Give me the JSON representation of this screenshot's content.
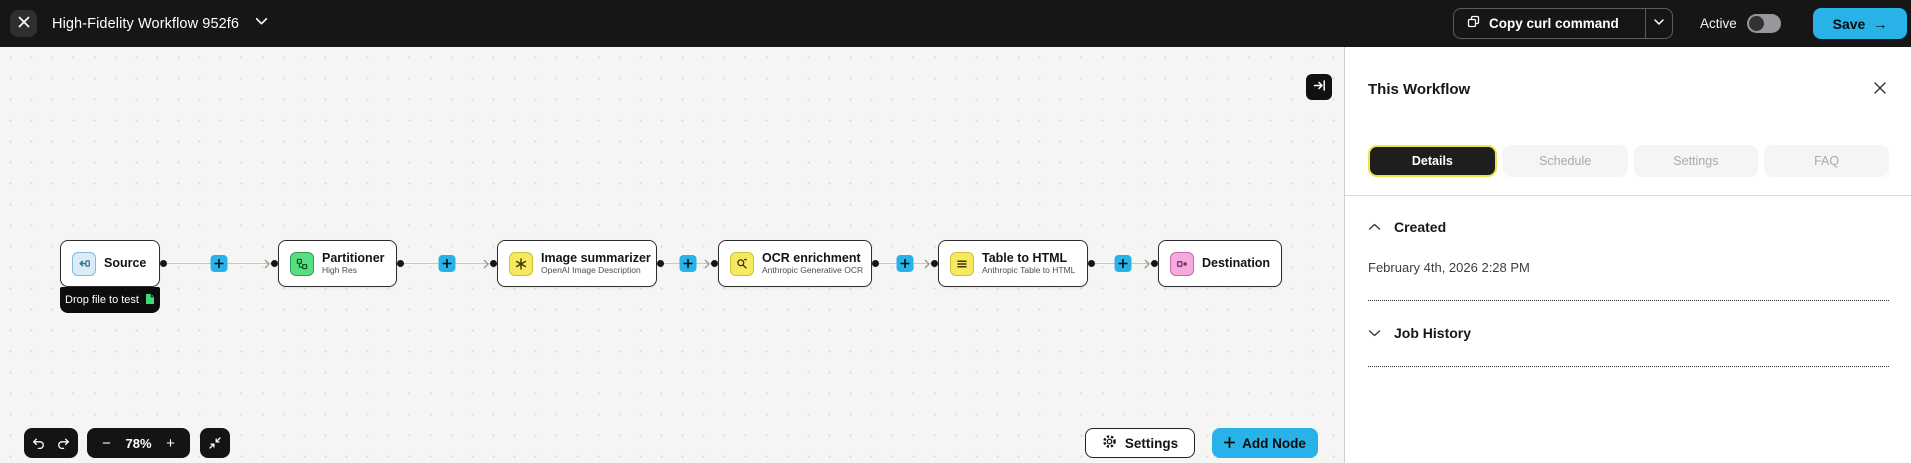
{
  "topbar": {
    "title": "High-Fidelity Workflow 952f6",
    "copy_curl": {
      "label": "Copy curl command"
    },
    "active": {
      "label": "Active",
      "enabled": false
    },
    "save": {
      "label": "Save",
      "arrow": "→"
    }
  },
  "canvas": {
    "nodes": [
      {
        "title": "Source",
        "subtitle": "",
        "icon": "source-input-icon",
        "icon_bg": "#d9ecf8"
      },
      {
        "title": "Partitioner",
        "subtitle": "High Res",
        "icon": "partitioner-split-icon",
        "icon_bg": "#58df81"
      },
      {
        "title": "Image summarizer",
        "subtitle": "OpenAI Image Description",
        "icon": "asterisk-icon",
        "icon_bg": "#f7e95e"
      },
      {
        "title": "OCR enrichment",
        "subtitle": "Anthropic Generative OCR",
        "icon": "ocr-magnifier-icon",
        "icon_bg": "#f7e95e"
      },
      {
        "title": "Table to HTML",
        "subtitle": "Anthropic Table to HTML",
        "icon": "table-lines-icon",
        "icon_bg": "#f7e95e"
      },
      {
        "title": "Destination",
        "subtitle": "",
        "icon": "destination-icon",
        "icon_bg": "#f3abde"
      }
    ],
    "drop_hint": "Drop file to test",
    "controls": {
      "zoom_level": "78%",
      "minus": "−",
      "plus": "+"
    },
    "settings_label": "Settings",
    "add_node_label": "Add Node"
  },
  "panel": {
    "title": "This Workflow",
    "tabs": [
      {
        "label": "Details",
        "active": true
      },
      {
        "label": "Schedule",
        "active": false
      },
      {
        "label": "Settings",
        "active": false
      },
      {
        "label": "FAQ",
        "active": false
      }
    ],
    "sections": {
      "created": {
        "label": "Created",
        "value": "February 4th, 2026 2:28 PM",
        "expanded": true
      },
      "job_history": {
        "label": "Job History",
        "expanded": false
      }
    }
  },
  "colors": {
    "accent": "#29b2e8",
    "topbar_bg": "#161616",
    "tab_ring": "#ece44c",
    "node_border": "#2d2d2d",
    "icon_source_bg": "#d9ecf8",
    "icon_partitioner_bg": "#58df81",
    "icon_enrichment_bg": "#f7e95e",
    "icon_destination_bg": "#f3abde",
    "drop_hint_doc_icon": "#3fd97a"
  }
}
